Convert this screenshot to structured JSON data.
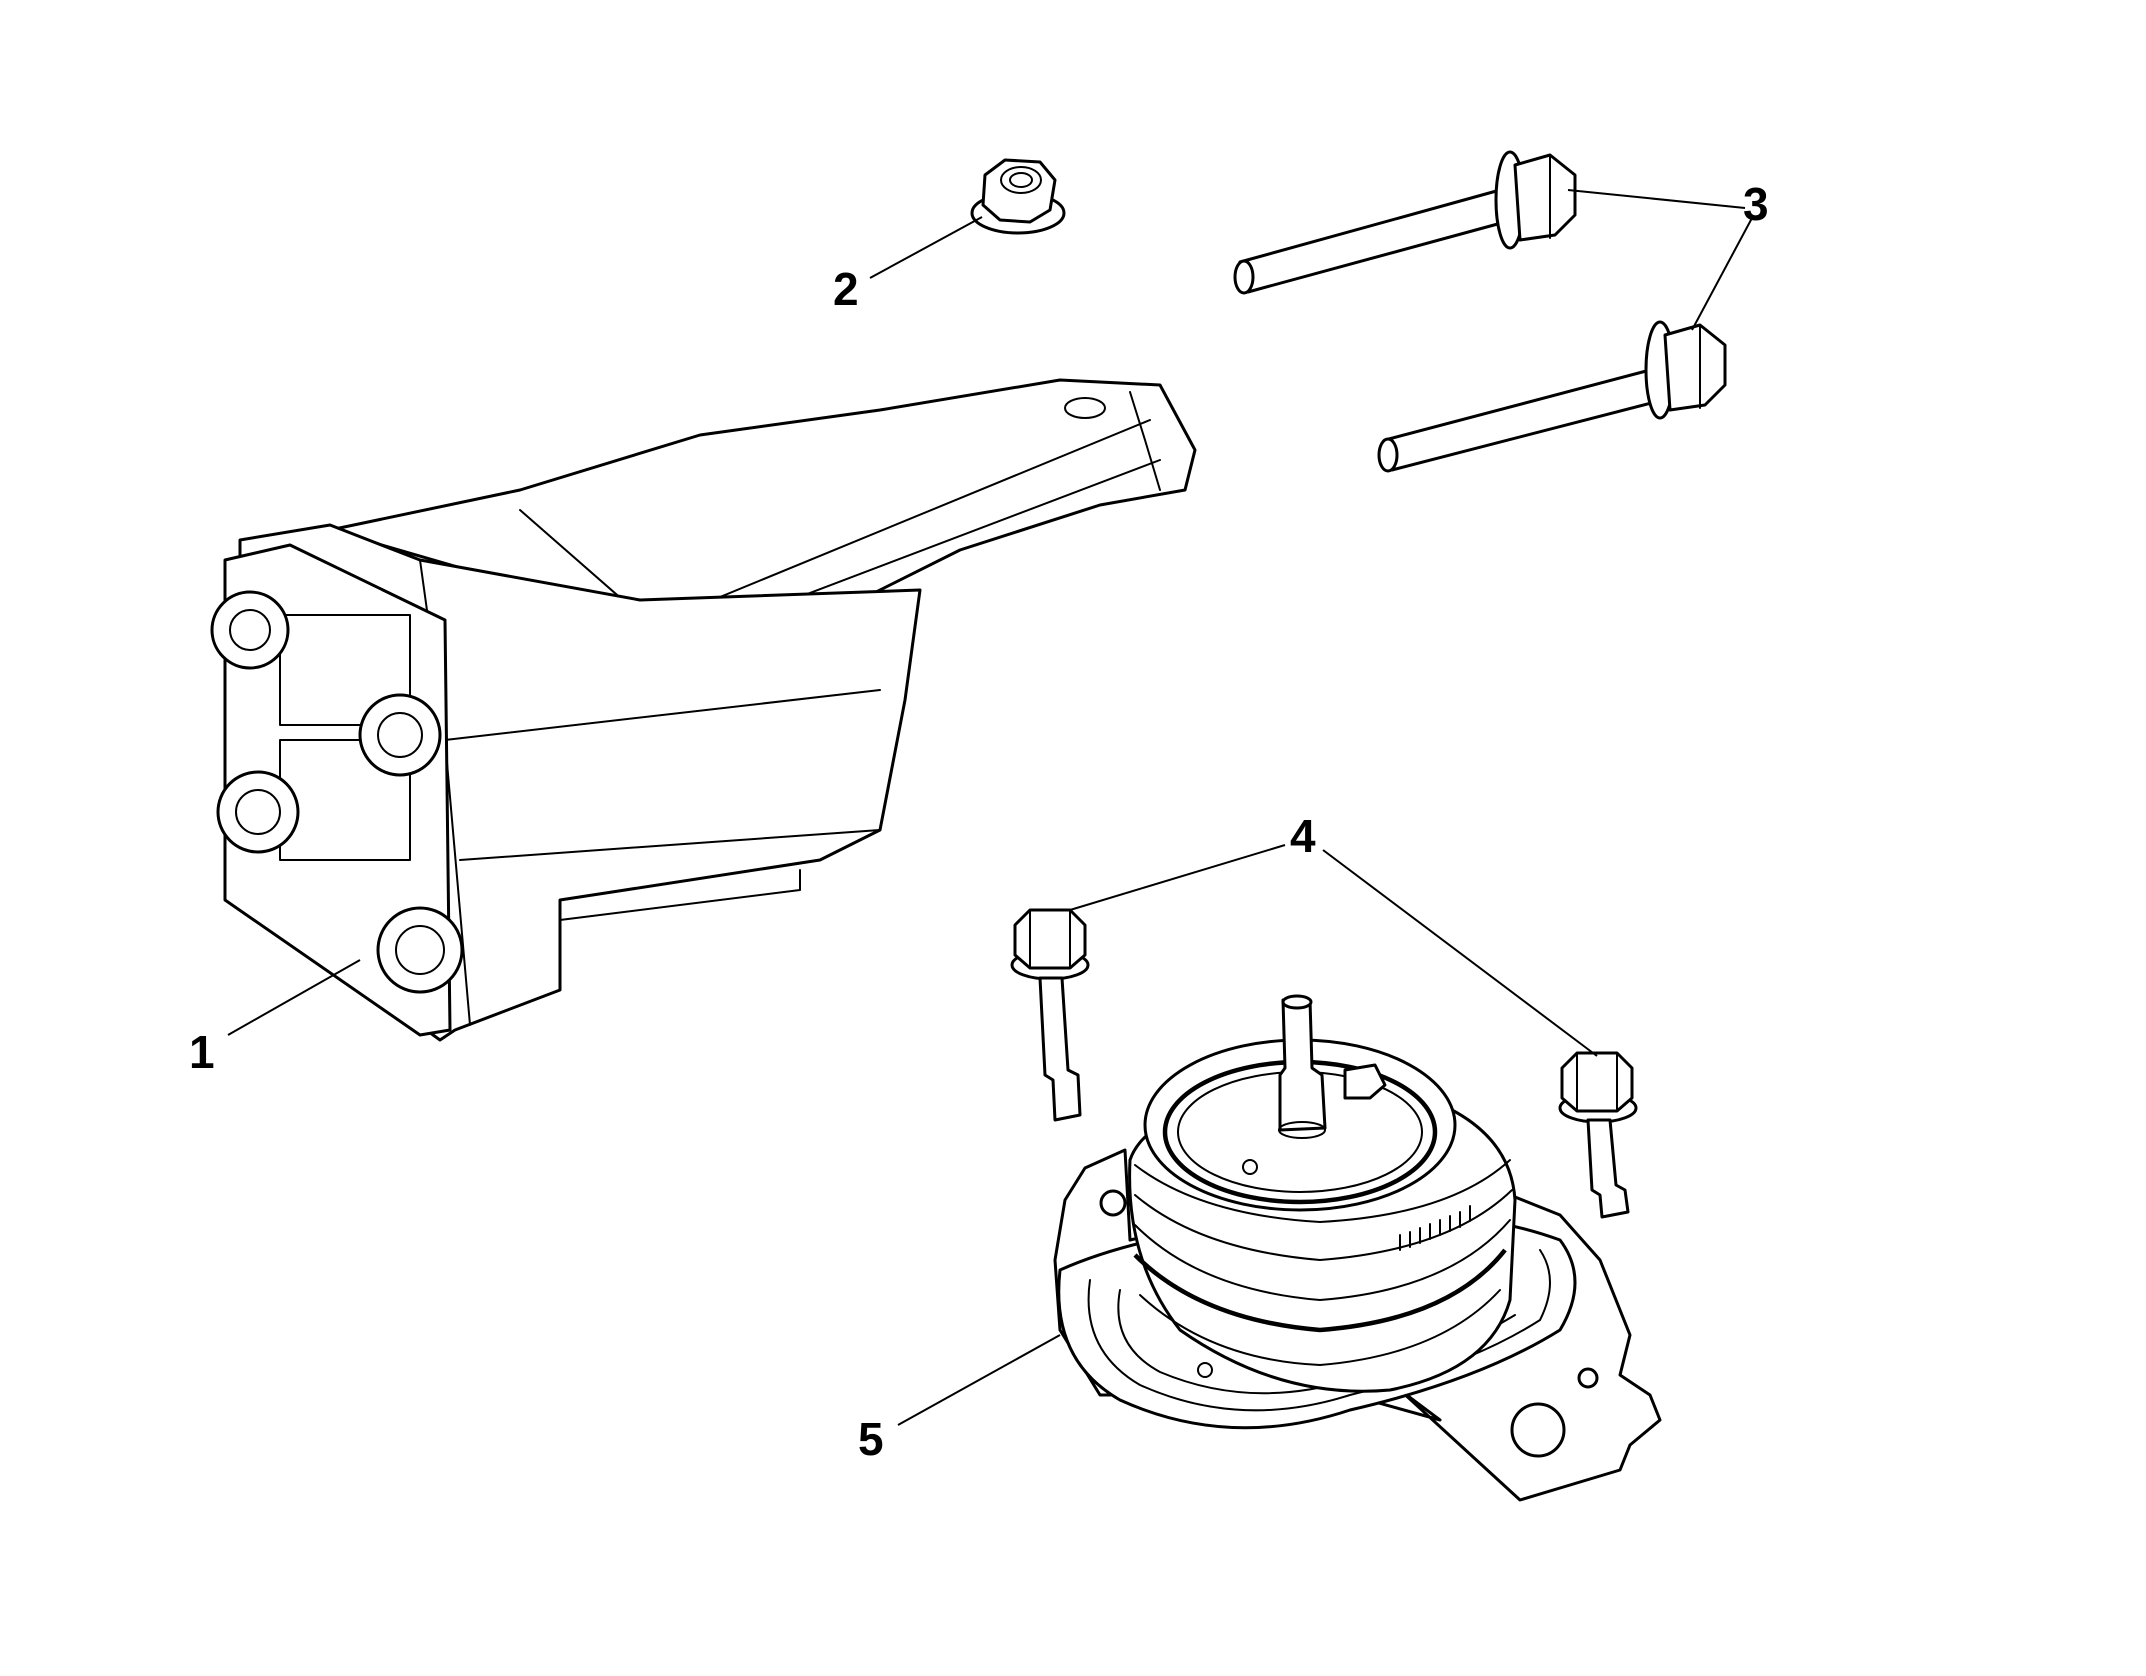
{
  "callouts": [
    {
      "id": "1",
      "label": "1",
      "part": "engine-mount-bracket"
    },
    {
      "id": "2",
      "label": "2",
      "part": "flange-nut"
    },
    {
      "id": "3",
      "label": "3",
      "part": "long-bolts"
    },
    {
      "id": "4",
      "label": "4",
      "part": "short-bolts"
    },
    {
      "id": "5",
      "label": "5",
      "part": "engine-mount-insulator"
    }
  ]
}
